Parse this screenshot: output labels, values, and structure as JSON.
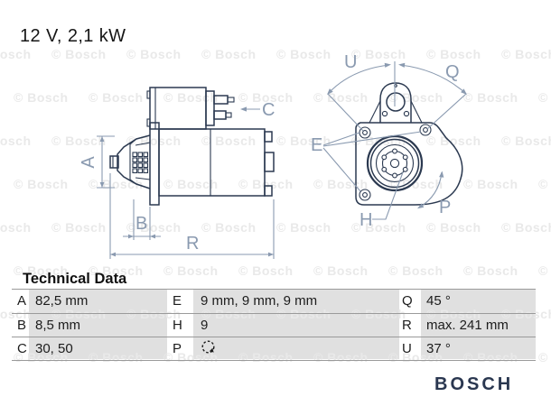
{
  "title": "12 V, 2,1 kW",
  "watermark": {
    "text": "© Bosch"
  },
  "brand": {
    "logo_text": "BOSCH"
  },
  "side_view": {
    "dim_labels": {
      "a": "A",
      "b": "B",
      "c": "C",
      "r": "R"
    }
  },
  "front_view": {
    "dim_labels": {
      "u": "U",
      "q": "Q",
      "e": "E",
      "h": "H",
      "p": "P"
    }
  },
  "technical_data": {
    "heading": "Technical Data",
    "cells": {
      "a": {
        "key": "A",
        "value": "82,5 mm"
      },
      "b": {
        "key": "B",
        "value": "8,5 mm"
      },
      "c": {
        "key": "C",
        "value": "30, 50"
      },
      "e": {
        "key": "E",
        "value": "9 mm, 9 mm, 9 mm"
      },
      "h": {
        "key": "H",
        "value": "9"
      },
      "p": {
        "key": "P",
        "icon": "rotation-direction-icon"
      },
      "q": {
        "key": "Q",
        "value": "45 °"
      },
      "r": {
        "key": "R",
        "value": "max. 241 mm"
      },
      "u": {
        "key": "U",
        "value": "37 °"
      }
    }
  },
  "colors": {
    "line_dark": "#2b3950",
    "dim": "#8a9ab0",
    "cell_gray": "#e0e0e0",
    "rule": "#9a9a9a",
    "watermark": "#e9e9e9"
  }
}
